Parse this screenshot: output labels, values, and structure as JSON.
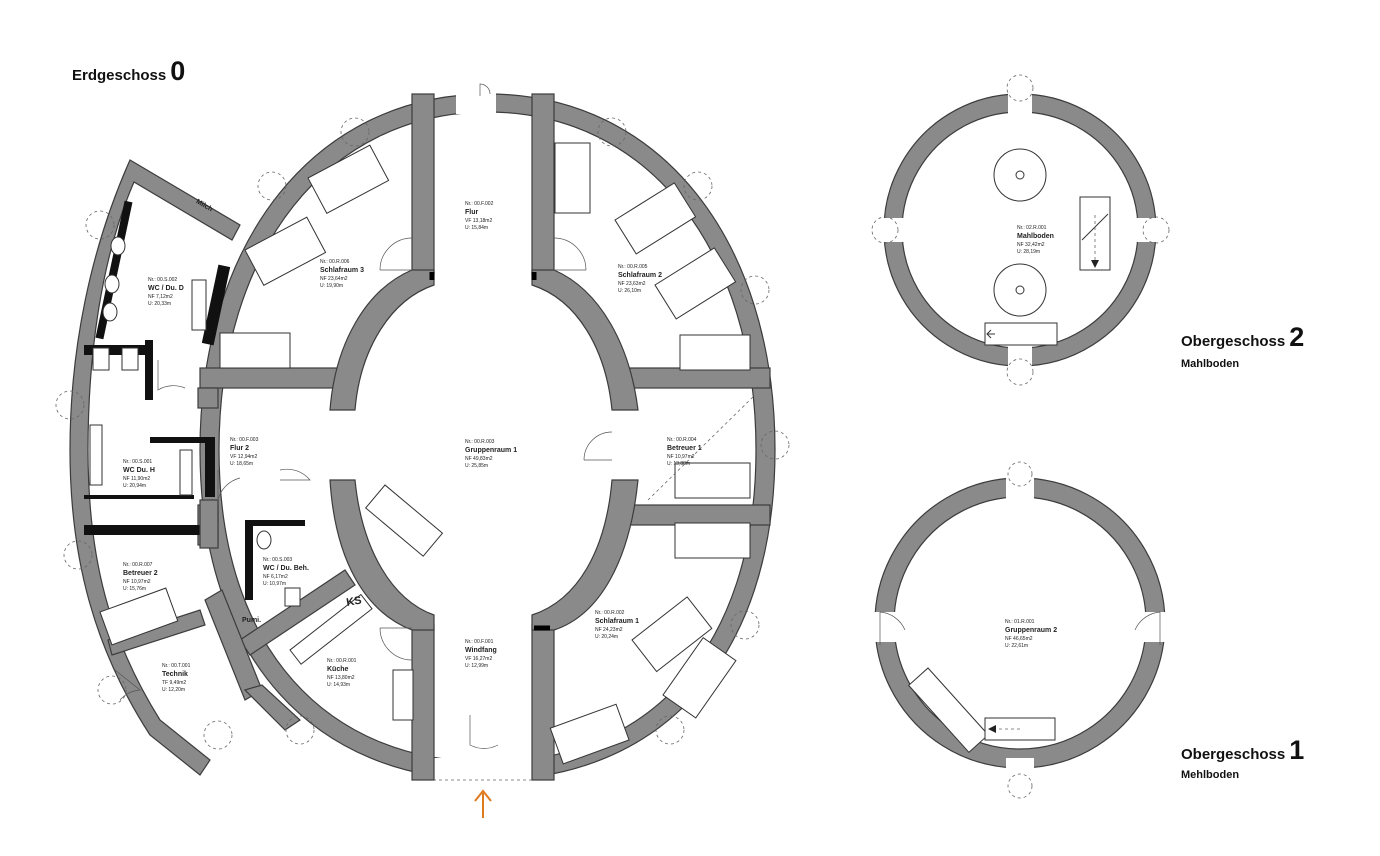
{
  "floors": {
    "ground": {
      "label": "Erdgeschoss",
      "level": "0"
    },
    "upper2": {
      "label": "Obergeschoss",
      "level": "2",
      "subtitle": "Mahlboden"
    },
    "upper1": {
      "label": "Obergeschoss",
      "level": "1",
      "subtitle": "Mehlboden"
    }
  },
  "rooms": {
    "flur": {
      "nr": "Nr.:   00.F.002",
      "name": "Flur",
      "area": "VF     13,18m2",
      "perim": "U:      15,84m"
    },
    "schlaf3": {
      "nr": "Nr.:   00.R.006",
      "name": "Schlafraum 3",
      "area": "NF     23,64m2",
      "perim": "U:      19,90m"
    },
    "schlaf2": {
      "nr": "Nr.:   00.R.005",
      "name": "Schlafraum 2",
      "area": "NF     23,63m2",
      "perim": "U:      26,10m"
    },
    "wcd": {
      "nr": "Nr.:   00.S.002",
      "name": "WC / Du. D",
      "area": "NF     7,12m2",
      "perim": "U:      20,33m"
    },
    "wch": {
      "nr": "Nr.:   00.S.001",
      "name": "WC Du. H",
      "area": "NF     11,90m2",
      "perim": "U:      20,94m"
    },
    "flur2": {
      "nr": "Nr.:   00.F.003",
      "name": "Flur 2",
      "area": "VF     12,94m2",
      "perim": "U:      18,65m"
    },
    "gruppen1": {
      "nr": "Nr.:   00.R.003",
      "name": "Gruppenraum 1",
      "area": "NF     49,83m2",
      "perim": "U:      25,85m"
    },
    "betreuer1": {
      "nr": "Nr.:   00.R.004",
      "name": "Betreuer 1",
      "area": "NF     10,97m2",
      "perim": "U:      13,88m"
    },
    "betreuer2": {
      "nr": "Nr.:   00.R.007",
      "name": "Betreuer 2",
      "area": "NF     10,97m2",
      "perim": "U:      15,76m"
    },
    "wcbeh": {
      "nr": "Nr.:   00.S.003",
      "name": "WC / Du. Beh.",
      "area": "NF     6,17m2",
      "perim": "U:      10,97m"
    },
    "pumi": {
      "name": "Pumi."
    },
    "ks": {
      "name": "KS"
    },
    "technik": {
      "nr": "Nr.:   00.T.001",
      "name": "Technik",
      "area": "TF     9,49m2",
      "perim": "U:      12,20m"
    },
    "kueche": {
      "nr": "Nr.:   00.R.001",
      "name": "Küche",
      "area": "NF     13,80m2",
      "perim": "U:      14,93m"
    },
    "windfang": {
      "nr": "Nr.:   00.F.001",
      "name": "Windfang",
      "area": "VF     16,27m2",
      "perim": "U:      12,99m"
    },
    "schlaf1": {
      "nr": "Nr.:   00.R.002",
      "name": "Schlafraum 1",
      "area": "NF     24,23m2",
      "perim": "U:      20,24m"
    },
    "milch": {
      "name": "Milch"
    },
    "mahlboden": {
      "nr": "Nr.:   02.R.001",
      "name": "Mahlboden",
      "area": "NF     32,42m2",
      "perim": "U:      28,19m"
    },
    "gruppen2": {
      "nr": "Nr.:   01.R.001",
      "name": "Gruppenraum 2",
      "area": "NF     46,65m2",
      "perim": "U:      22,61m"
    }
  },
  "colors": {
    "wall": "#8a8a8a",
    "line": "#333333",
    "entrance_arrow": "#e07a1f"
  }
}
